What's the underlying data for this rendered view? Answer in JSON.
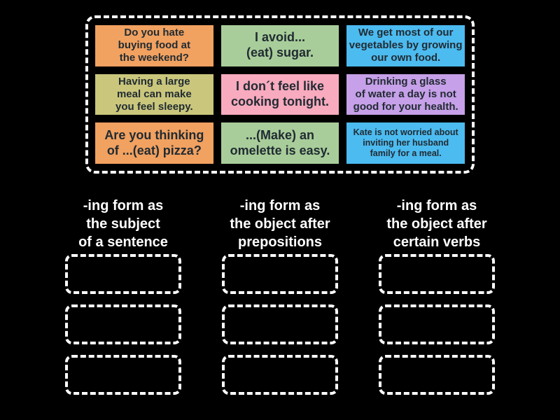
{
  "page": {
    "background_color": "#000000",
    "text_color_on_cards": "#212b32",
    "heading_text_color": "#ffffff",
    "dashed_border_color": "#ffffff"
  },
  "pool": {
    "cards": [
      {
        "text": "Do you hate\nbuying food at\nthe weekend?",
        "color": "#f1a160"
      },
      {
        "text": "I avoid...\n(eat) sugar.",
        "color": "#a8cd9a"
      },
      {
        "text": "We get most of our\nvegetables by growing\nour own food.",
        "color": "#4cbbf0"
      },
      {
        "text": "Having a large\nmeal can make\nyou feel sleepy.",
        "color": "#cac67c"
      },
      {
        "text": "I don´t feel like\ncooking tonight.",
        "color": "#f8aabe"
      },
      {
        "text": "Drinking a glass\nof water a day is not\ngood for your health.",
        "color": "#c6a0e8"
      },
      {
        "text": "Are you thinking\nof ...(eat) pizza?",
        "color": "#f1a160"
      },
      {
        "text": "...(Make) an\nomelette is easy.",
        "color": "#a8cd9a"
      },
      {
        "text": "Kate is not worried about\ninviting her husband\nfamily for a meal.",
        "color": "#4cbbf0"
      }
    ]
  },
  "categories": [
    {
      "label": "-ing form as\nthe subject\nof a sentence",
      "empty_slots": 3
    },
    {
      "label": "-ing form as\nthe object after\nprepositions",
      "empty_slots": 3
    },
    {
      "label": "-ing form as\nthe object after\ncertain verbs",
      "empty_slots": 3
    }
  ]
}
